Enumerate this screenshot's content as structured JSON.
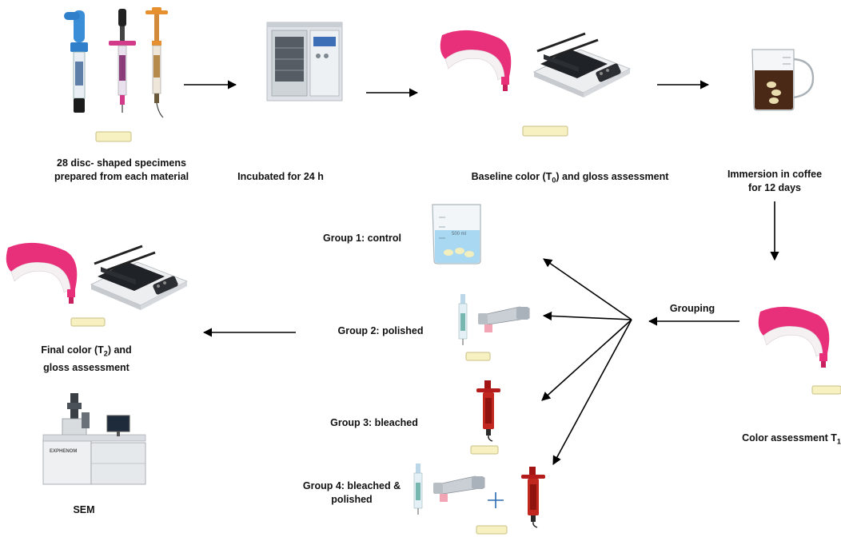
{
  "steps": {
    "prepare": {
      "line1": "28 disc- shaped specimens",
      "line2": "prepared from each material"
    },
    "incubate": {
      "label": "Incubated for 24 h"
    },
    "baseline": {
      "pre": "Baseline color (T",
      "sub": "0",
      "post": ") and gloss assessment"
    },
    "immersion": {
      "line1": "Immersion in coffee",
      "line2": "for 12 days"
    },
    "color_t1": {
      "pre": "Color assessment T",
      "sub": "1"
    },
    "grouping": {
      "label": "Grouping"
    },
    "final": {
      "pre": "Final color (T",
      "sub": "2",
      "post": ") and",
      "line2": "gloss assessment"
    },
    "sem": {
      "label": "SEM"
    }
  },
  "groups": [
    {
      "line1": "Group 1: control"
    },
    {
      "line1": "Group 2: polished"
    },
    {
      "line1": "Group 3: bleached"
    },
    {
      "line1": "Group 4: bleached &",
      "line2": "polished"
    }
  ],
  "instrument_text": {
    "sem_brand": "EXPHENOM",
    "beaker_mark": "500 ml"
  },
  "colors": {
    "arrow": "#000000",
    "spectro_pink": "#e8307a",
    "specimen_disc": "#f7f0c0",
    "coffee": "#4a2a17",
    "water": "#a9d8f2",
    "plus": "#2a6bb0"
  },
  "icons": [
    "syringe-icon",
    "incubator-icon",
    "spectrophotometer-icon",
    "glossmeter-icon",
    "coffee-beaker-icon",
    "water-beaker-icon",
    "handpiece-icon",
    "bleaching-syringe-icon",
    "sem-microscope-icon"
  ]
}
